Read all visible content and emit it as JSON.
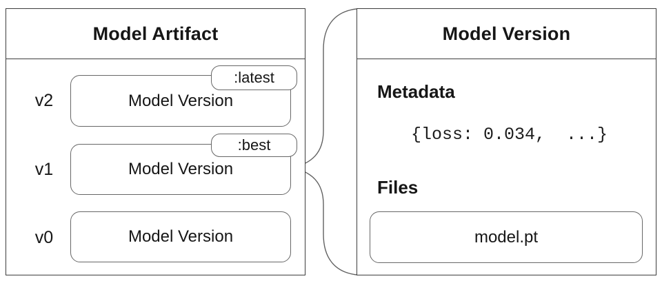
{
  "left_panel": {
    "title": "Model Artifact",
    "rows": [
      {
        "version": "v2",
        "label": "Model Version",
        "tag": ":latest"
      },
      {
        "version": "v1",
        "label": "Model Version",
        "tag": ":best"
      },
      {
        "version": "v0",
        "label": "Model Version"
      }
    ]
  },
  "right_panel": {
    "title": "Model Version",
    "metadata_heading": "Metadata",
    "metadata_value": "{loss: 0.034,  ...}",
    "files_heading": "Files",
    "file_name": "model.pt"
  },
  "connector": {
    "from": "v1 Model Version box",
    "to": "Model Version detail panel"
  },
  "colors": {
    "panel_border": "#3c3c3c",
    "box_border": "#666666",
    "connector_stroke": "#616161",
    "text": "#161616",
    "background": "#ffffff"
  }
}
